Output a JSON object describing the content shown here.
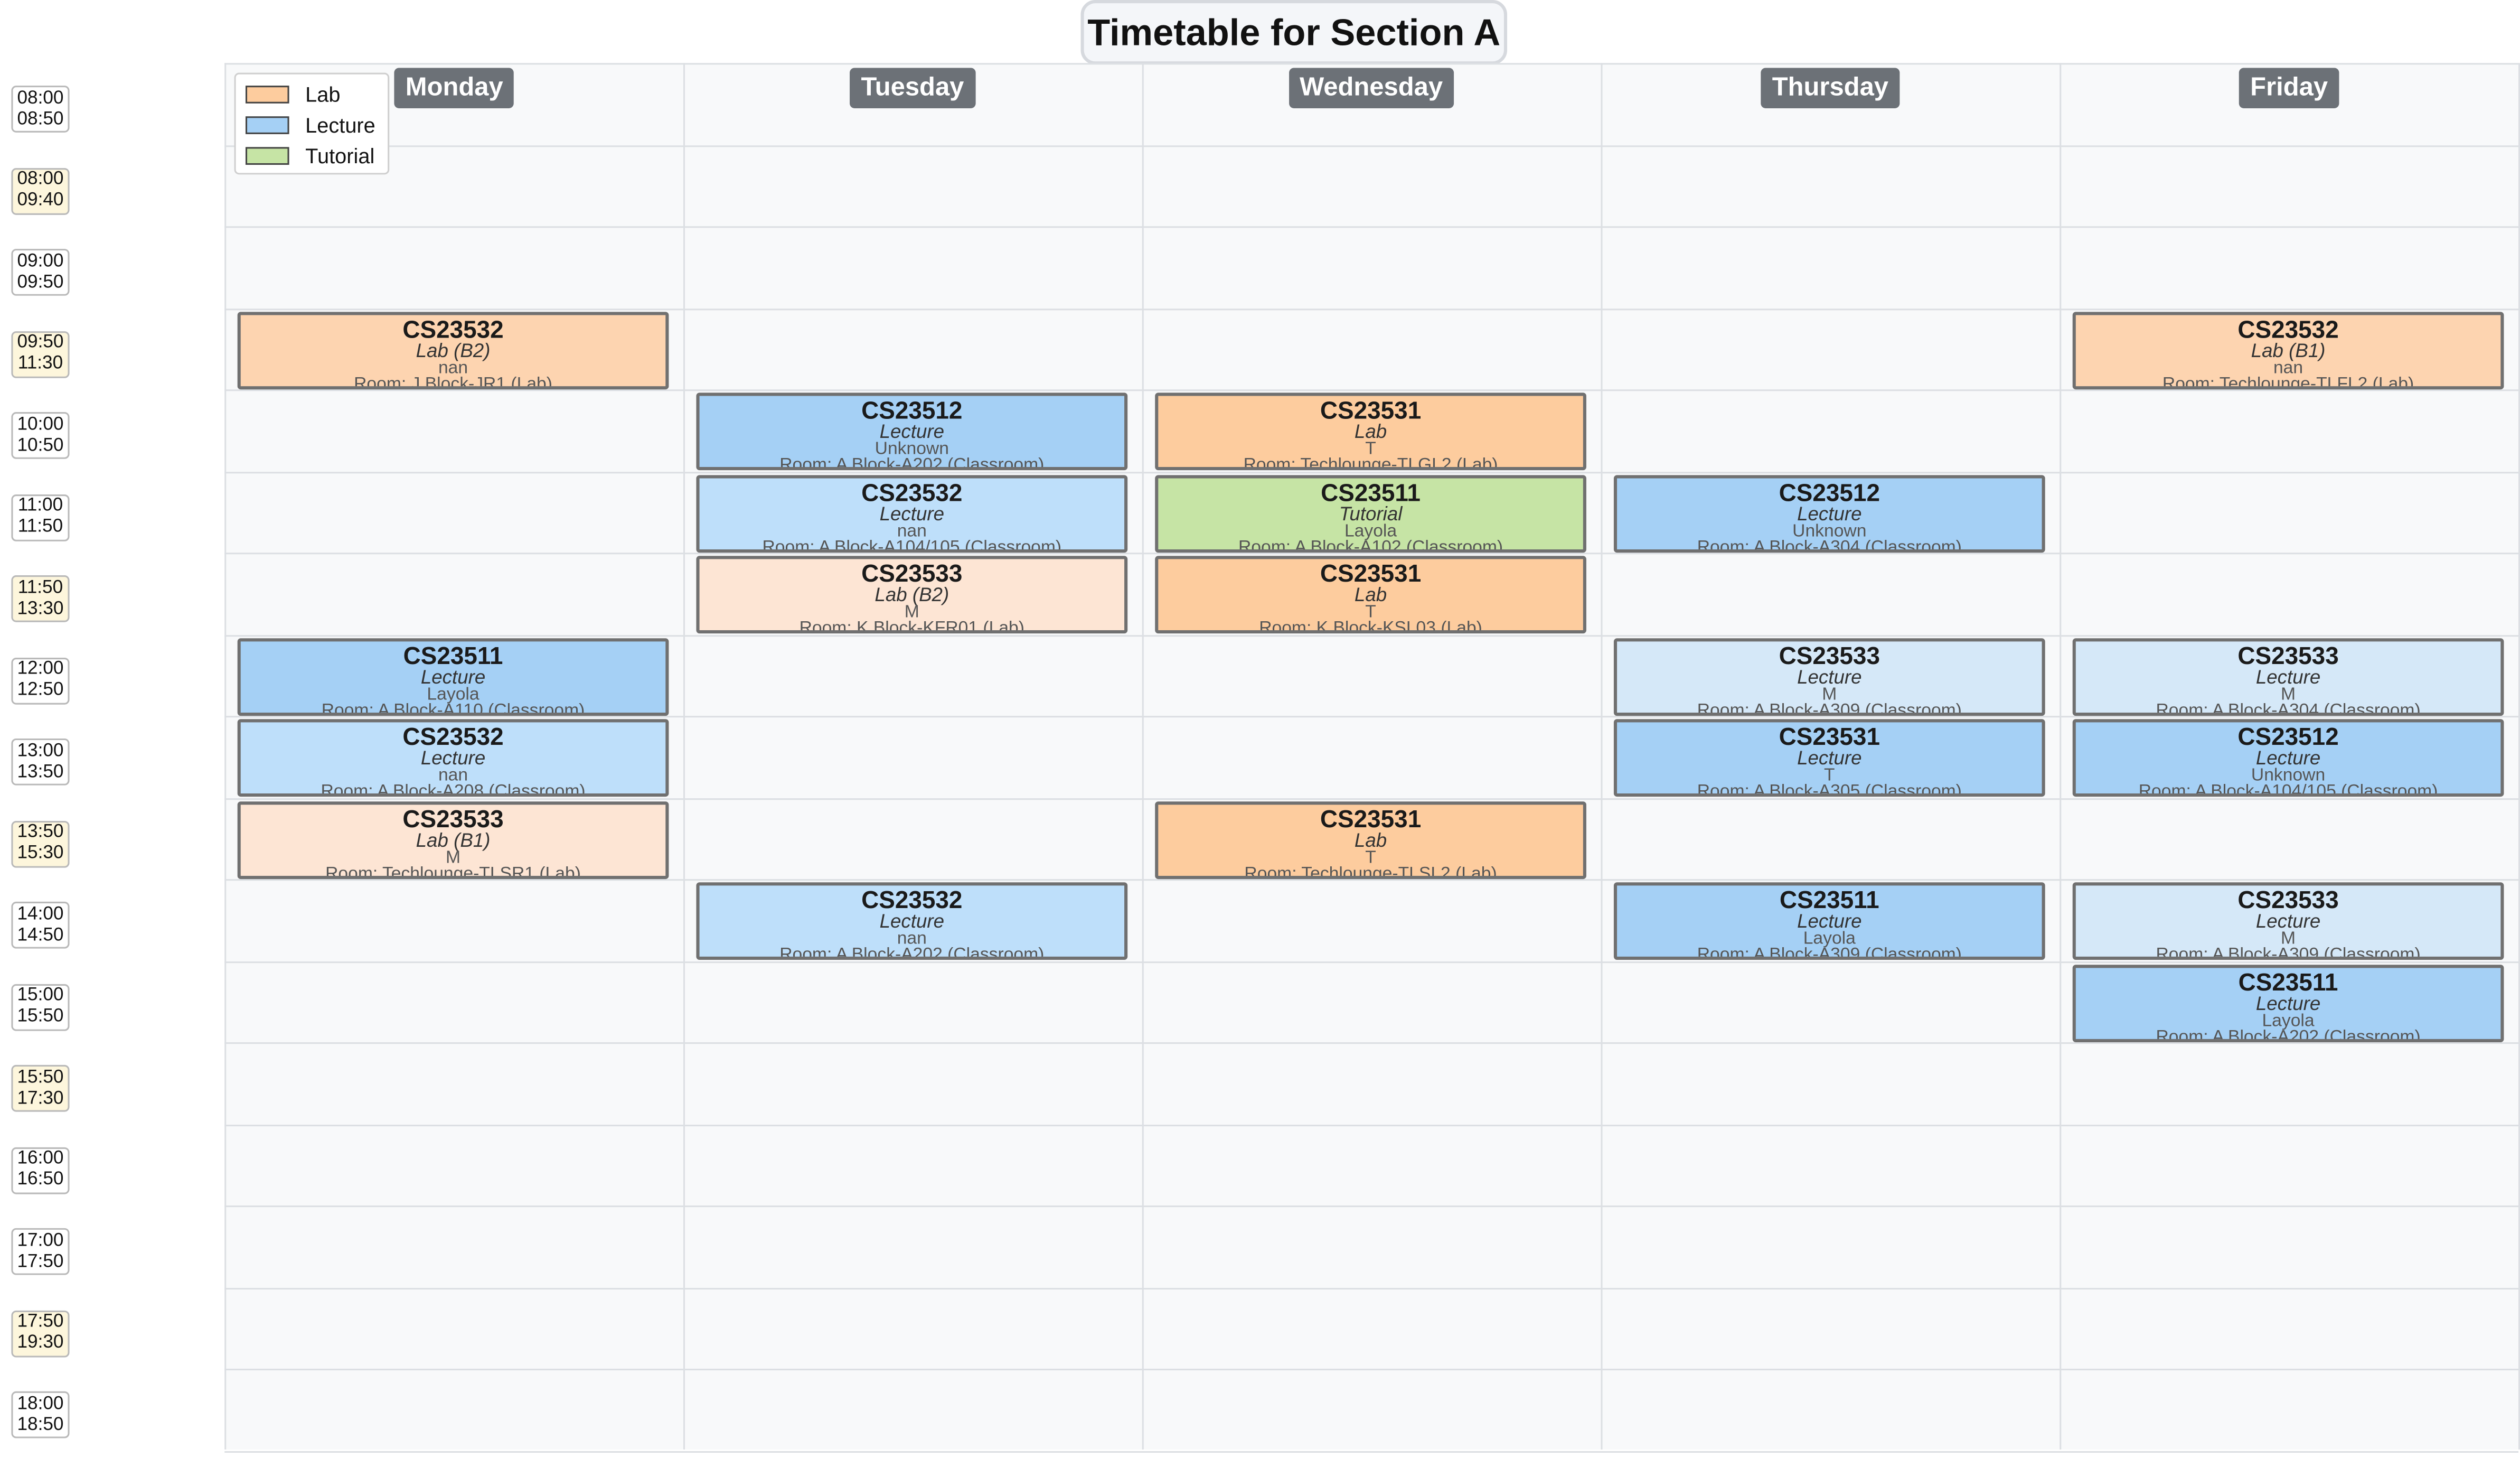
{
  "title": "Timetable for Section A",
  "colors": {
    "lab": "#fdcc9e",
    "lab_light": "#fde5d4",
    "lecture": "#a5d0f5",
    "lecture_mid": "#bedffa",
    "lecture_light": "#d5e8f8",
    "tutorial": "#c6e4a5",
    "header_bg": "#6c7177",
    "grid_bg": "#f8f9fa"
  },
  "days": [
    "Monday",
    "Tuesday",
    "Wednesday",
    "Thursday",
    "Friday"
  ],
  "time_slots": [
    {
      "start": "08:00",
      "end": "08:50",
      "long": false
    },
    {
      "start": "08:00",
      "end": "09:40",
      "long": true
    },
    {
      "start": "09:00",
      "end": "09:50",
      "long": false
    },
    {
      "start": "09:50",
      "end": "11:30",
      "long": true
    },
    {
      "start": "10:00",
      "end": "10:50",
      "long": false
    },
    {
      "start": "11:00",
      "end": "11:50",
      "long": false
    },
    {
      "start": "11:50",
      "end": "13:30",
      "long": true
    },
    {
      "start": "12:00",
      "end": "12:50",
      "long": false
    },
    {
      "start": "13:00",
      "end": "13:50",
      "long": false
    },
    {
      "start": "13:50",
      "end": "15:30",
      "long": true
    },
    {
      "start": "14:00",
      "end": "14:50",
      "long": false
    },
    {
      "start": "15:00",
      "end": "15:50",
      "long": false
    },
    {
      "start": "15:50",
      "end": "17:30",
      "long": true
    },
    {
      "start": "16:00",
      "end": "16:50",
      "long": false
    },
    {
      "start": "17:00",
      "end": "17:50",
      "long": false
    },
    {
      "start": "17:50",
      "end": "19:30",
      "long": true
    },
    {
      "start": "18:00",
      "end": "18:50",
      "long": false
    }
  ],
  "legend": [
    {
      "label": "Lab",
      "color": "#fdcc9e"
    },
    {
      "label": "Lecture",
      "color": "#a5d0f5"
    },
    {
      "label": "Tutorial",
      "color": "#c6e4a5"
    }
  ],
  "sessions": [
    {
      "day": 0,
      "slot": 3,
      "code": "CS23532",
      "type": "Lab (B2)",
      "faculty": "nan",
      "room": "Room: J Block-JR1 (Lab)",
      "color": "#fdd4b0"
    },
    {
      "day": 4,
      "slot": 3,
      "code": "CS23532",
      "type": "Lab (B1)",
      "faculty": "nan",
      "room": "Room: Techlounge-TLFL2 (Lab)",
      "color": "#fdd4b0"
    },
    {
      "day": 1,
      "slot": 4,
      "code": "CS23512",
      "type": "Lecture",
      "faculty": "Unknown",
      "room": "Room: A Block-A202 (Classroom)",
      "color": "#a5d0f5"
    },
    {
      "day": 2,
      "slot": 4,
      "code": "CS23531",
      "type": "Lab",
      "faculty": "T",
      "room": "Room: Techlounge-TLGL2 (Lab)",
      "color": "#fdcc9e"
    },
    {
      "day": 1,
      "slot": 5,
      "code": "CS23532",
      "type": "Lecture",
      "faculty": "nan",
      "room": "Room: A Block-A104/105 (Classroom)",
      "color": "#bedffa"
    },
    {
      "day": 2,
      "slot": 5,
      "code": "CS23511",
      "type": "Tutorial",
      "faculty": "Layola",
      "room": "Room: A Block-A102 (Classroom)",
      "color": "#c6e4a5"
    },
    {
      "day": 3,
      "slot": 5,
      "code": "CS23512",
      "type": "Lecture",
      "faculty": "Unknown",
      "room": "Room: A Block-A304 (Classroom)",
      "color": "#a5d0f5"
    },
    {
      "day": 1,
      "slot": 6,
      "code": "CS23533",
      "type": "Lab (B2)",
      "faculty": "M",
      "room": "Room: K Block-KFR01 (Lab)",
      "color": "#fde5d4"
    },
    {
      "day": 2,
      "slot": 6,
      "code": "CS23531",
      "type": "Lab",
      "faculty": "T",
      "room": "Room: K Block-KSL03 (Lab)",
      "color": "#fdcc9e"
    },
    {
      "day": 0,
      "slot": 7,
      "code": "CS23511",
      "type": "Lecture",
      "faculty": "Layola",
      "room": "Room: A Block-A110 (Classroom)",
      "color": "#a5d0f5"
    },
    {
      "day": 3,
      "slot": 7,
      "code": "CS23533",
      "type": "Lecture",
      "faculty": "M",
      "room": "Room: A Block-A309 (Classroom)",
      "color": "#d5e8f8"
    },
    {
      "day": 4,
      "slot": 7,
      "code": "CS23533",
      "type": "Lecture",
      "faculty": "M",
      "room": "Room: A Block-A304 (Classroom)",
      "color": "#d5e8f8"
    },
    {
      "day": 0,
      "slot": 8,
      "code": "CS23532",
      "type": "Lecture",
      "faculty": "nan",
      "room": "Room: A Block-A208 (Classroom)",
      "color": "#bedffa"
    },
    {
      "day": 3,
      "slot": 8,
      "code": "CS23531",
      "type": "Lecture",
      "faculty": "T",
      "room": "Room: A Block-A305 (Classroom)",
      "color": "#a5d0f5"
    },
    {
      "day": 4,
      "slot": 8,
      "code": "CS23512",
      "type": "Lecture",
      "faculty": "Unknown",
      "room": "Room: A Block-A104/105 (Classroom)",
      "color": "#a5d0f5"
    },
    {
      "day": 0,
      "slot": 9,
      "code": "CS23533",
      "type": "Lab (B1)",
      "faculty": "M",
      "room": "Room: Techlounge-TLSR1 (Lab)",
      "color": "#fde5d4"
    },
    {
      "day": 2,
      "slot": 9,
      "code": "CS23531",
      "type": "Lab",
      "faculty": "T",
      "room": "Room: Techlounge-TLSL2 (Lab)",
      "color": "#fdcc9e"
    },
    {
      "day": 1,
      "slot": 10,
      "code": "CS23532",
      "type": "Lecture",
      "faculty": "nan",
      "room": "Room: A Block-A202 (Classroom)",
      "color": "#bedffa"
    },
    {
      "day": 3,
      "slot": 10,
      "code": "CS23511",
      "type": "Lecture",
      "faculty": "Layola",
      "room": "Room: A Block-A309 (Classroom)",
      "color": "#a5d0f5"
    },
    {
      "day": 4,
      "slot": 10,
      "code": "CS23533",
      "type": "Lecture",
      "faculty": "M",
      "room": "Room: A Block-A309 (Classroom)",
      "color": "#d5e8f8"
    },
    {
      "day": 4,
      "slot": 11,
      "code": "CS23511",
      "type": "Lecture",
      "faculty": "Layola",
      "room": "Room: A Block-A202 (Classroom)",
      "color": "#a5d0f5"
    }
  ]
}
